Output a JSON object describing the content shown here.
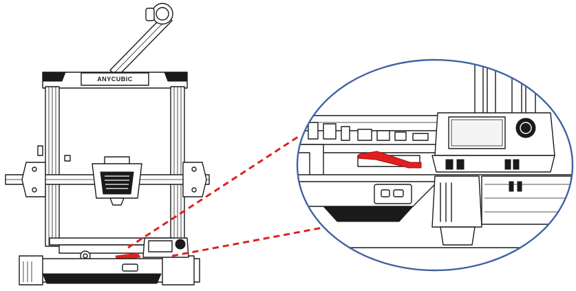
{
  "brand": {
    "logo_text": "ANYCUBIC"
  },
  "colors": {
    "line": "#1a1a1a",
    "callout_dash": "#e02020",
    "magnifier_ring": "#3f62a3",
    "highlight_part": "#e02020",
    "background": "#ffffff"
  },
  "icons": [
    "3d-printer-illustration",
    "magnifier-circle",
    "filament-spool-holder",
    "print-head",
    "control-knob",
    "lcd-screen"
  ]
}
